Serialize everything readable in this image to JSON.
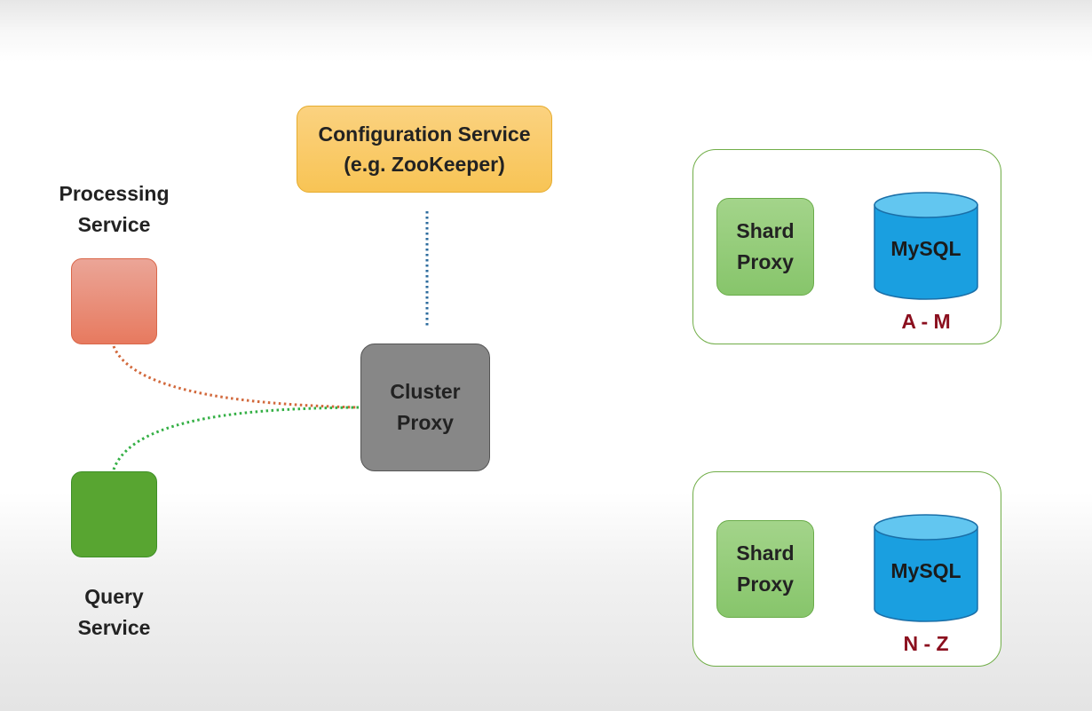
{
  "config_service": {
    "line1": "Configuration Service",
    "line2": "(e.g. ZooKeeper)"
  },
  "processing_service": {
    "line1": "Processing",
    "line2": "Service"
  },
  "query_service": {
    "line1": "Query",
    "line2": "Service"
  },
  "cluster_proxy": {
    "line1": "Cluster",
    "line2": "Proxy"
  },
  "shards": [
    {
      "proxy_line1": "Shard",
      "proxy_line2": "Proxy",
      "db_label": "MySQL",
      "range": "A - M"
    },
    {
      "proxy_line1": "Shard",
      "proxy_line2": "Proxy",
      "db_label": "MySQL",
      "range": "N - Z"
    }
  ],
  "colors": {
    "config_fill": "#f8c455",
    "processing_fill": "#e77a5f",
    "query_fill": "#58a531",
    "cluster_fill": "#878787",
    "shard_proxy_fill": "#87c56b",
    "mysql_fill": "#1a9fe0",
    "range_text": "#8b0f1e",
    "config_link": "#2e6c9e",
    "processing_link": "#d2693c",
    "query_link": "#35b046"
  }
}
